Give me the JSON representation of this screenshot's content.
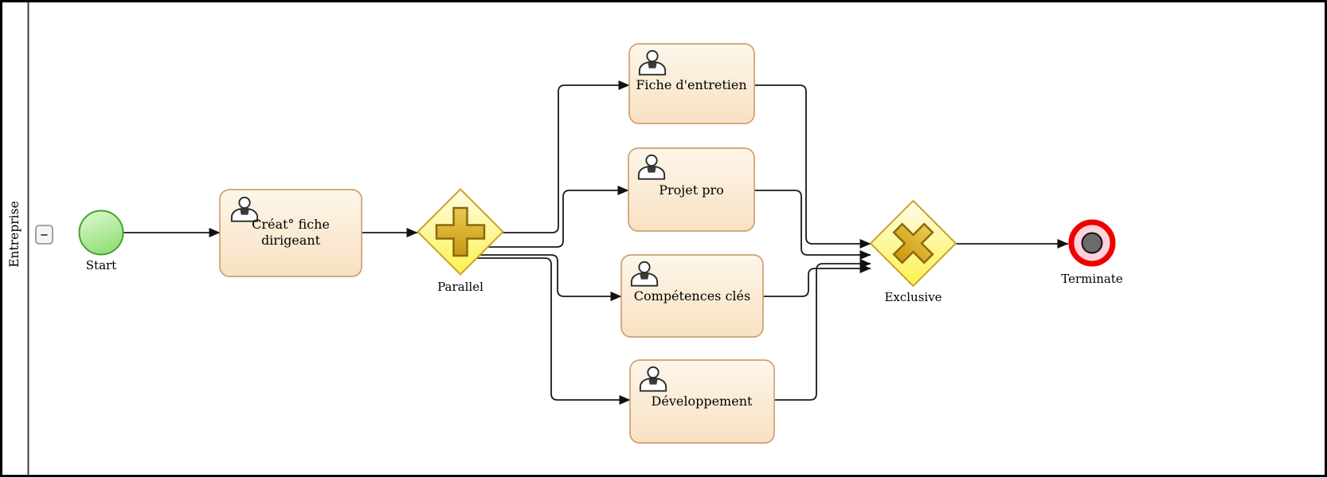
{
  "pool": {
    "name": "Entreprise"
  },
  "icons": {
    "collapse_minus": "−",
    "user_task": "user-figure",
    "parallel_gateway": "plus-cross",
    "exclusive_gateway": "x-cross"
  },
  "nodes": {
    "start": {
      "type": "start-event",
      "label": "Start"
    },
    "task_dirigeant": {
      "type": "user-task",
      "label_line1": "Créat° fiche",
      "label_line2": "dirigeant"
    },
    "gateway_parallel": {
      "type": "parallel-gateway",
      "label": "Parallel"
    },
    "task_fiche_entretien": {
      "type": "user-task",
      "label": "Fiche d'entretien"
    },
    "task_projet_pro": {
      "type": "user-task",
      "label": "Projet pro"
    },
    "task_competences": {
      "type": "user-task",
      "label": "Compétences clés"
    },
    "task_developpement": {
      "type": "user-task",
      "label": "Développement"
    },
    "gateway_exclusive": {
      "type": "exclusive-gateway",
      "label": "Exclusive"
    },
    "end": {
      "type": "terminate-end-event",
      "label": "Terminate"
    }
  },
  "colors": {
    "task_fill_top": "#fdf4e6",
    "task_fill_bottom": "#f8e1c2",
    "task_border": "#cfa071",
    "start_fill_top": "#dcf8cf",
    "start_fill_bottom": "#97e07a",
    "start_border": "#40a42b",
    "gateway_fill_top": "#fefbdf",
    "gateway_fill_bottom": "#fdf24e",
    "gateway_border": "#c9a227",
    "gateway_icon_fill": "#d8ab24",
    "gateway_icon_stroke": "#8a6a0e",
    "terminate_ring": "#ee0000",
    "terminate_fill": "#ffd2da",
    "terminate_core": "#6b6b6b",
    "flow": "#1a1a1a",
    "pool_border": "#000000"
  }
}
